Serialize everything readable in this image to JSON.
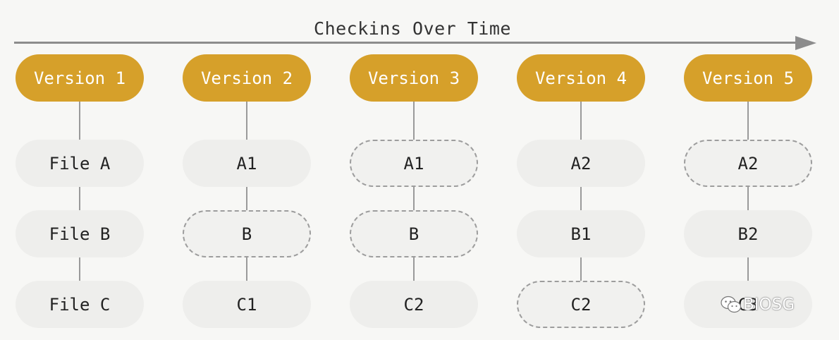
{
  "header": {
    "title": "Checkins Over Time"
  },
  "versions": [
    {
      "label": "Version 1",
      "files": [
        {
          "label": "File A",
          "changed": true
        },
        {
          "label": "File B",
          "changed": true
        },
        {
          "label": "File C",
          "changed": true
        }
      ]
    },
    {
      "label": "Version 2",
      "files": [
        {
          "label": "A1",
          "changed": true
        },
        {
          "label": "B",
          "changed": false
        },
        {
          "label": "C1",
          "changed": true
        }
      ]
    },
    {
      "label": "Version 3",
      "files": [
        {
          "label": "A1",
          "changed": false
        },
        {
          "label": "B",
          "changed": false
        },
        {
          "label": "C2",
          "changed": true
        }
      ]
    },
    {
      "label": "Version 4",
      "files": [
        {
          "label": "A2",
          "changed": true
        },
        {
          "label": "B1",
          "changed": true
        },
        {
          "label": "C2",
          "changed": false
        }
      ]
    },
    {
      "label": "Version 5",
      "files": [
        {
          "label": "A2",
          "changed": false
        },
        {
          "label": "B2",
          "changed": true
        },
        {
          "label": "C3",
          "changed": true
        }
      ]
    }
  ],
  "watermark": {
    "text": "BIOSG",
    "icon": "wechat-icon"
  },
  "colors": {
    "version_fill": "#d6a02a",
    "file_fill": "#eeeeec",
    "dashed_border": "#9d9d9d",
    "axis": "#8c8c8c"
  }
}
